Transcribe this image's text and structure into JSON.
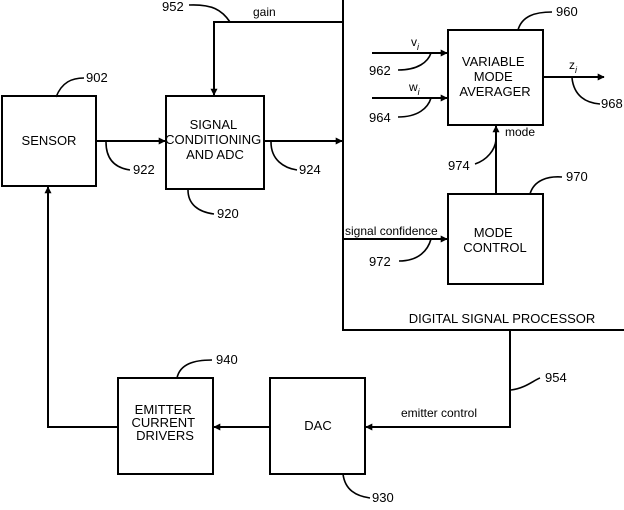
{
  "blocks": {
    "sensor": "SENSOR",
    "signal_conditioning": [
      "SIGNAL",
      "CONDITIONING",
      "AND ADC"
    ],
    "variable_mode_averager": [
      "VARIABLE",
      "MODE",
      "AVERAGER"
    ],
    "mode_control": [
      "MODE",
      "CONTROL"
    ],
    "emitter_current_drivers": [
      "EMITTER",
      "CURRENT",
      "DRIVERS"
    ],
    "dac": "DAC",
    "digital_signal_processor": "DIGITAL SIGNAL PROCESSOR"
  },
  "signals": {
    "gain": "gain",
    "v": "v",
    "v_sub": "i",
    "w": "w",
    "w_sub": "i",
    "z": "z",
    "z_sub": "i",
    "mode": "mode",
    "signal_confidence": "signal confidence",
    "emitter_control": "emitter control"
  },
  "references": {
    "r902": "902",
    "r920": "920",
    "r922": "922",
    "r924": "924",
    "r930": "930",
    "r940": "940",
    "r952": "952",
    "r954": "954",
    "r960": "960",
    "r962": "962",
    "r964": "964",
    "r968": "968",
    "r970": "970",
    "r972": "972",
    "r974": "974"
  }
}
